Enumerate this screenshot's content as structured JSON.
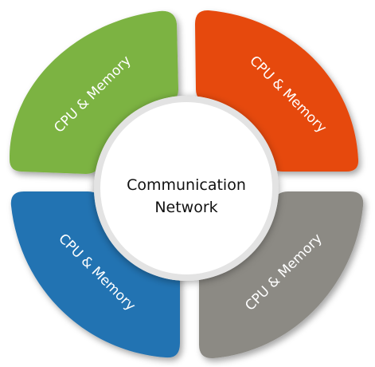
{
  "center": {
    "line1": "Communication",
    "line2": "Network"
  },
  "segments": [
    {
      "id": "top-left",
      "label": "CPU & Memory",
      "color": "#7cb342"
    },
    {
      "id": "top-right",
      "label": "CPU & Memory",
      "color": "#e64a0f"
    },
    {
      "id": "bottom-left",
      "label": "CPU & Memory",
      "color": "#2473b2"
    },
    {
      "id": "bottom-right",
      "label": "CPU & Memory",
      "color": "#8c8a84"
    }
  ]
}
